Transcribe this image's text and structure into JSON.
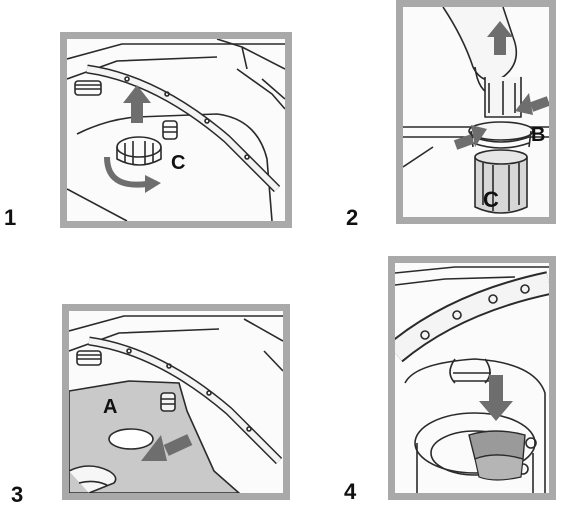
{
  "steps": [
    {
      "number": "1",
      "labels": {
        "c": "C"
      }
    },
    {
      "number": "2",
      "labels": {
        "b": "B",
        "c": "C"
      }
    },
    {
      "number": "3",
      "labels": {
        "a": "A"
      }
    },
    {
      "number": "4",
      "labels": {}
    }
  ],
  "colors": {
    "frame": "#a9a9a9",
    "arrow": "#6e6e6e",
    "line": "#2a2a2a",
    "shade": "#c9c9c9"
  }
}
